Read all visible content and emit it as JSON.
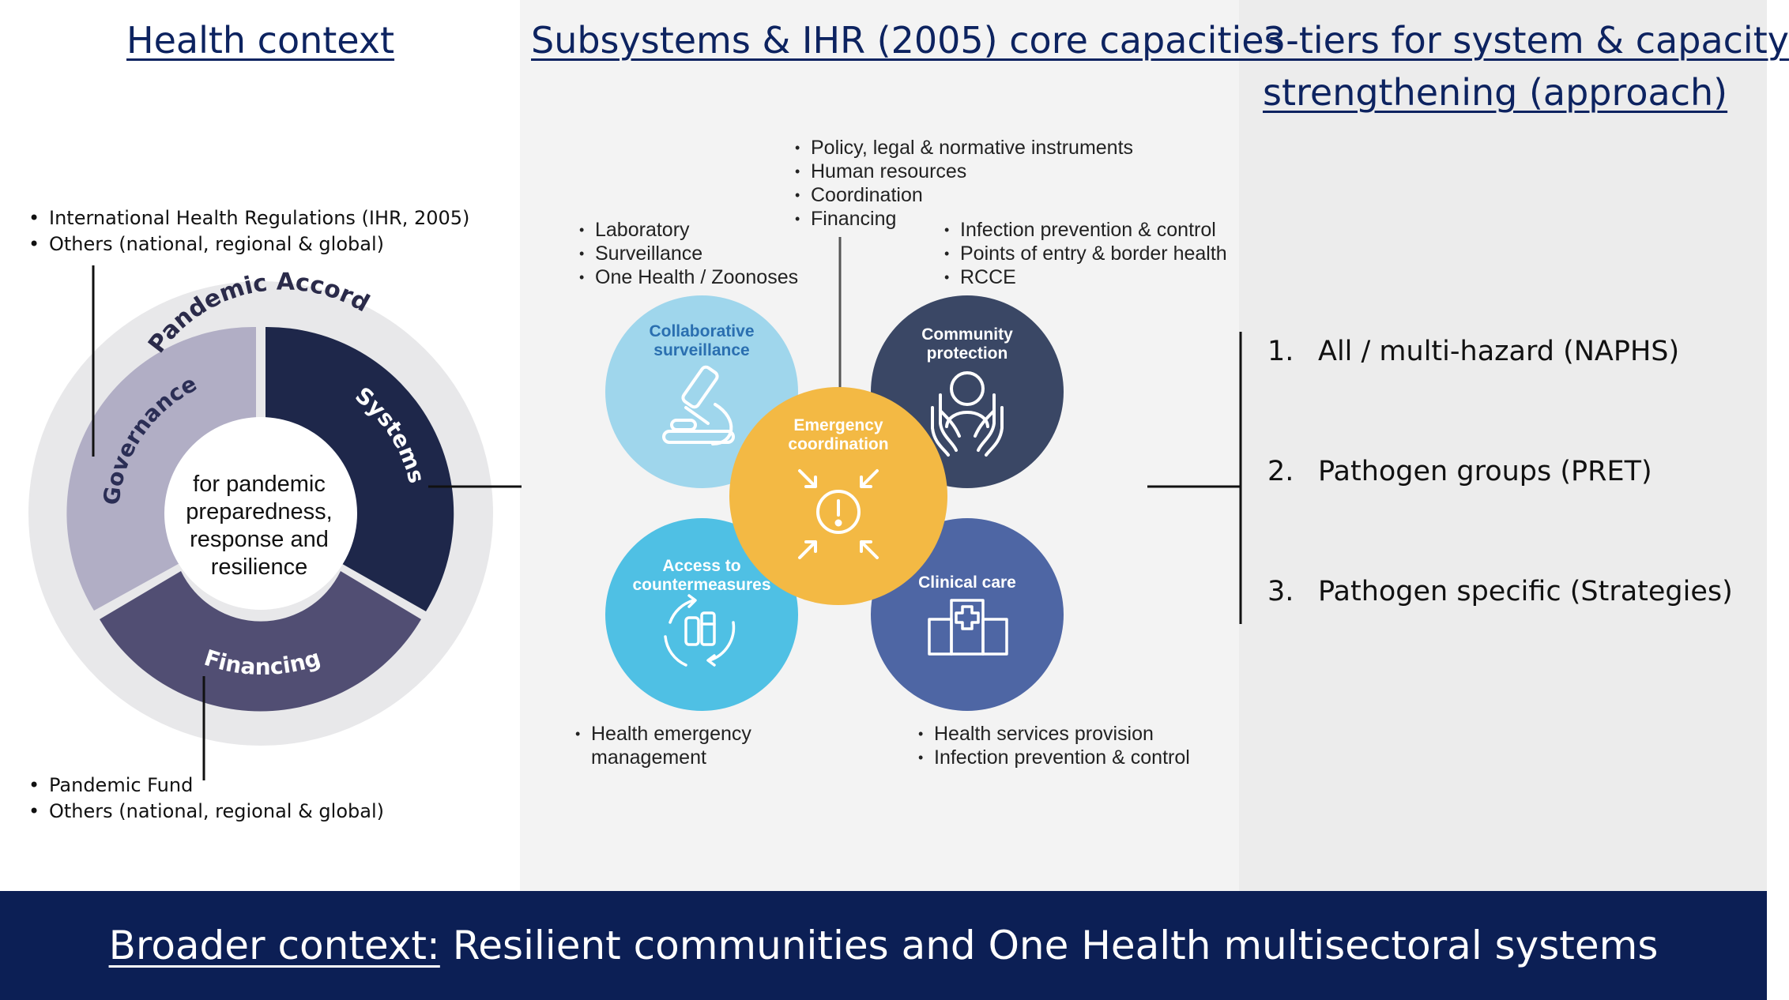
{
  "headings": {
    "health_context": "Health context",
    "subsystems": "Subsystems & IHR (2005) core capacities",
    "tiers_line1": "3-tiers for system & capacity",
    "tiers_line2": "strengthening (approach)"
  },
  "left": {
    "top_bullets": [
      "International Health Regulations (IHR, 2005)",
      "Others (national, regional & global)"
    ],
    "bottom_bullets": [
      "Pandemic Fund",
      "Others (national, regional & global)"
    ],
    "ring": {
      "outer_label": "Pandemic Accord",
      "governance": "Governance",
      "systems": "Systems",
      "financing": "Financing",
      "center_lines": [
        "for pandemic",
        "preparedness,",
        "response and",
        "resilience"
      ]
    }
  },
  "middle": {
    "top_bullets": [
      "Policy, legal & normative instruments",
      "Human resources",
      "Coordination",
      "Financing"
    ],
    "upper_left_bullets": [
      "Laboratory",
      "Surveillance",
      "One Health / Zoonoses"
    ],
    "upper_right_bullets": [
      "Infection prevention & control",
      "Points of entry & border health",
      "RCCE"
    ],
    "lower_left_bullets": [
      "Health emergency management"
    ],
    "lower_right_bullets": [
      "Health services provision",
      "Infection prevention & control"
    ],
    "circles": {
      "surveillance": [
        "Collaborative",
        "surveillance"
      ],
      "community": [
        "Community",
        "protection"
      ],
      "emergency": [
        "Emergency",
        "coordination"
      ],
      "countermeasures": [
        "Access to",
        "countermeasures"
      ],
      "clinical": [
        "Clinical care"
      ]
    }
  },
  "right": {
    "tiers": [
      {
        "num": "1.",
        "label": "All / multi-hazard (NAPHS)"
      },
      {
        "num": "2.",
        "label": "Pathogen groups (PRET)"
      },
      {
        "num": "3.",
        "label": "Pathogen specific (Strategies)"
      }
    ]
  },
  "footer": {
    "label": "Broader context:",
    "text": " Resilient communities and One Health multisectoral systems"
  },
  "colors": {
    "navy": "#0c1f55",
    "systems": "#1e274a",
    "governance": "#b1aec5",
    "financing": "#514e73",
    "surveillance": "#9fd6ec",
    "community": "#3a4765",
    "emergency": "#f3b944",
    "countermeasures": "#4fc0e4",
    "clinical": "#4e66a4"
  }
}
